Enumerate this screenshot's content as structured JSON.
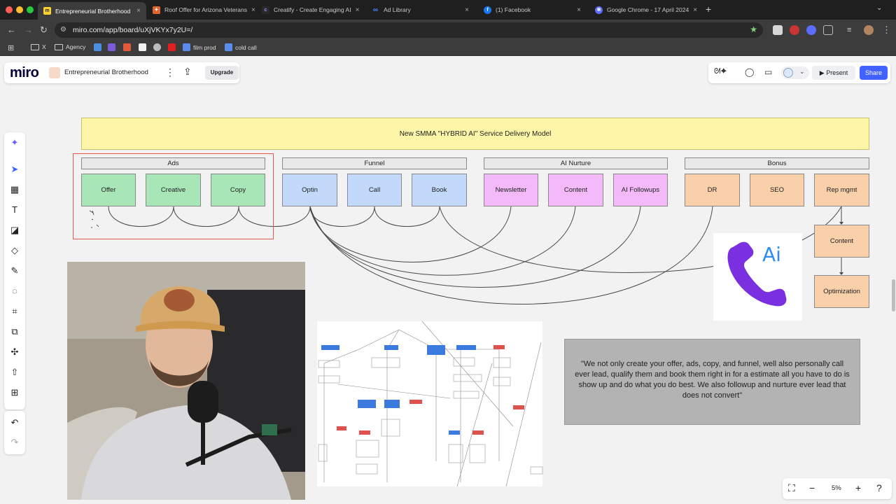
{
  "browser": {
    "tabs": [
      {
        "label": "Entrepreneurial Brotherhood",
        "active": true,
        "fav_color": "#ffd02f"
      },
      {
        "label": "Roof Offer for Arizona Veterans",
        "active": false,
        "fav_color": "#e0662f"
      },
      {
        "label": "Creatify - Create Engaging AI",
        "active": false,
        "fav_color": "#6a4cff"
      },
      {
        "label": "Ad Library",
        "active": false,
        "fav_color": "#1877f2"
      },
      {
        "label": "(1) Facebook",
        "active": false,
        "fav_color": "#1877f2"
      },
      {
        "label": "Google Chrome - 17 April 2024",
        "active": false,
        "fav_color": "#5b6cff"
      }
    ],
    "url": "miro.com/app/board/uXjVKYx7y2U=/",
    "bookmarks": [
      "X",
      "Agency",
      "film prod",
      "cold call"
    ]
  },
  "miro": {
    "logo": "miro",
    "board_title": "Entrepreneurial Brotherhood",
    "upgrade_label": "Upgrade",
    "present_label": "Present",
    "share_label": "Share",
    "zoom": "5%"
  },
  "diagram": {
    "title": "New SMMA \"HYBRID AI\" Service Delivery Model",
    "groups": [
      {
        "label": "Ads",
        "items": [
          "Offer",
          "Creative",
          "Copy"
        ]
      },
      {
        "label": "Funnel",
        "items": [
          "Optin",
          "Call",
          "Book"
        ]
      },
      {
        "label": "AI Nurture",
        "items": [
          "Newsletter",
          "Content",
          "AI Followups"
        ]
      },
      {
        "label": "Bonus",
        "items": [
          "DR",
          "SEO",
          "Rep mgmt"
        ]
      }
    ],
    "rep_chain": [
      "Content",
      "Optimization"
    ],
    "ai_logo_text": "Ai",
    "quote": "\"We not only create your offer, ads, copy, and funnel, well also personally call ever lead, qualify them and book them right in for a estimate all you have to do is show up and do what you do best. We also followup and nurture ever lead that does not convert\""
  },
  "colors": {
    "banner": "#fdf5a8",
    "ads": "#a8e6b8",
    "funnel": "#c3d9fc",
    "nurture": "#f3b9f9",
    "bonus": "#f9d0aa",
    "highlight_box": "#e15b4a",
    "share_button": "#4262ff"
  }
}
